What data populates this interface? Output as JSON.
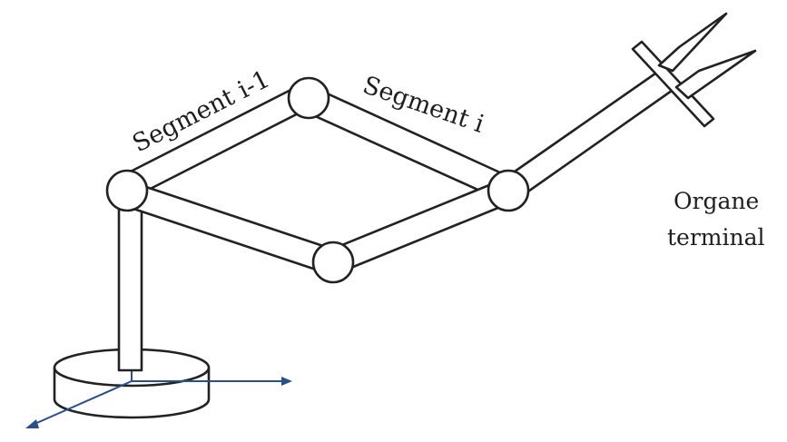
{
  "labels": {
    "segment_prev": "Segment i-1",
    "segment_curr": "Segment i",
    "end_effector_line1": "Organe",
    "end_effector_line2": "terminal"
  },
  "colors": {
    "outline": "#222222",
    "fill": "#ffffff",
    "axes": "#2a4f8a",
    "text": "#1e1e1e"
  }
}
